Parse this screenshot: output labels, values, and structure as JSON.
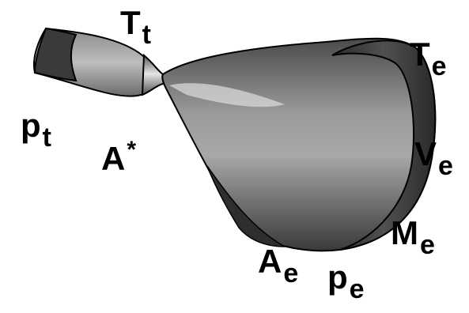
{
  "diagram": {
    "labels": {
      "Tt": {
        "base": "T",
        "sub": "t"
      },
      "pt": {
        "base": "p",
        "sub": "t"
      },
      "Astar": {
        "base": "A",
        "sup": "*"
      },
      "Te": {
        "base": "T",
        "sub": "e"
      },
      "Ve": {
        "base": "V",
        "sub": "e"
      },
      "Me": {
        "base": "M",
        "sub": "e"
      },
      "Ae": {
        "base": "A",
        "sub": "e"
      },
      "pe": {
        "base": "p",
        "sub": "e"
      }
    },
    "colors": {
      "background": "#ffffff",
      "text": "#000000",
      "nozzle_light": "#d6d6d6",
      "nozzle_mid": "#8a8a8a",
      "nozzle_dark": "#3a3a3a",
      "nozzle_interior": "#1f1f1f",
      "outline": "#000000"
    }
  }
}
